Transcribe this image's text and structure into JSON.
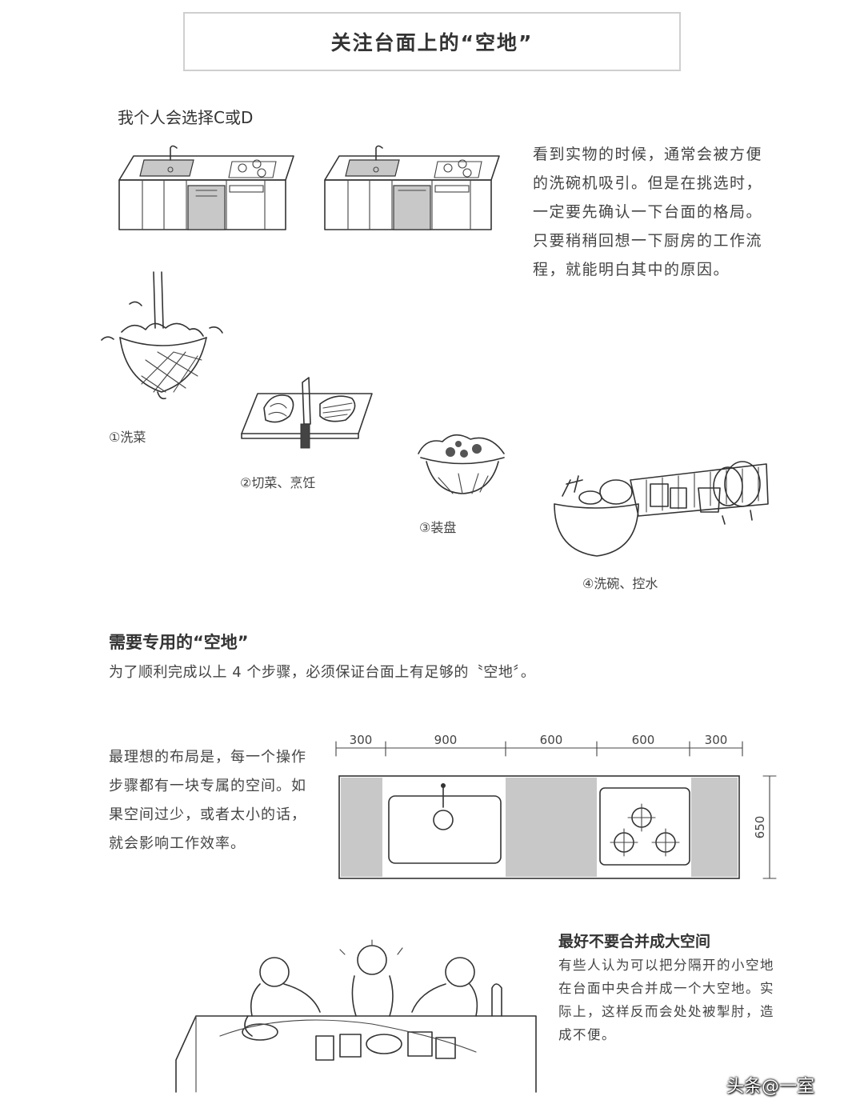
{
  "title": "关注台面上的“空地”",
  "choice_heading": "我个人会选择C或D",
  "intro_paragraph": "看到实物的时候，通常会被方便的洗碗机吸引。但是在挑选时，一定要先确认一下台面的格局。只要稍稍回想一下厨房的工作流程，就能明白其中的原因。",
  "steps": [
    {
      "label": "①洗菜"
    },
    {
      "label": "②切菜、烹饪"
    },
    {
      "label": "③装盘"
    },
    {
      "label": "④洗碗、控水"
    }
  ],
  "section": {
    "title": "需要专用的“空地”",
    "line": "为了顺利完成以上 4 个步骤，必须保证台面上有足够的〝空地〞。"
  },
  "layout_paragraph": "最理想的布局是，每一个操作步骤都有一块专属的空间。如果空间过少，或者太小的话，就会影响工作效率。",
  "dimensions": {
    "widths": [
      "300",
      "900",
      "600",
      "600",
      "300"
    ],
    "depth": "650"
  },
  "bottom": {
    "title": "最好不要合并成大空间",
    "paragraph": "有些人认为可以把分隔开的小空地在台面中央合并成一个大空地。实际上，这样反而会处处被掣肘，造成不便。"
  },
  "watermark": "头条@一室",
  "colors": {
    "shade": "#c8c8c8",
    "ink": "#333333"
  }
}
